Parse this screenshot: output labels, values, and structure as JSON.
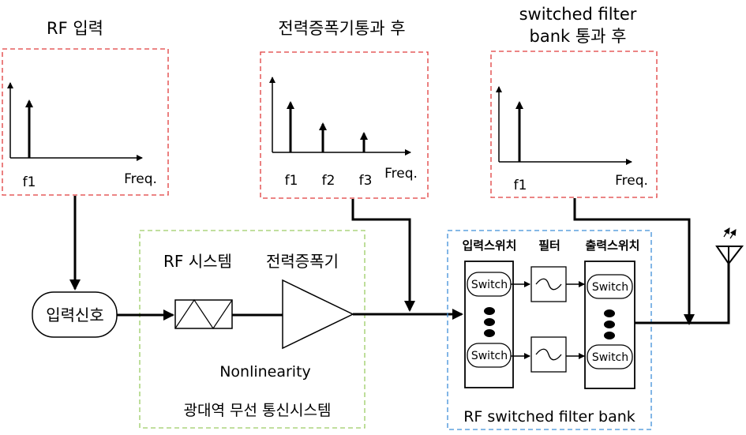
{
  "top_titles": {
    "rf_input": "RF 입력",
    "after_amp": "전력증폭기통과 후",
    "after_filter_line1": "switched filter",
    "after_filter_line2": "bank 통과 후"
  },
  "spectrum_labels": {
    "freq": "Freq.",
    "f1": "f1",
    "f2": "f2",
    "f3": "f3"
  },
  "input_node": {
    "label": "입력신호"
  },
  "rf_system": {
    "title": "RF 시스템",
    "amp_title": "전력증폭기",
    "nonlinearity": "Nonlinearity",
    "system_name": "광대역 무선 통신시스템"
  },
  "filter_bank": {
    "input_switch_header": "입력스위치",
    "filter_header": "필터",
    "output_switch_header": "출력스위치",
    "switch_label": "Switch",
    "bank_name": "RF switched filter bank"
  },
  "colors": {
    "red_box": "#e03c3c",
    "green_box": "#9ccc65",
    "blue_box": "#3f8fd8",
    "line": "#000000"
  }
}
